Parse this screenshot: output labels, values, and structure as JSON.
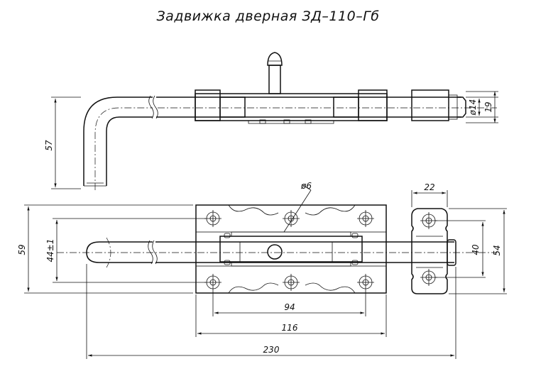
{
  "title": "Задвижка дверная   ЗД–110–Гб",
  "dimensions": {
    "d57": "57",
    "d14": "ø14",
    "d19": "19",
    "d6": "ø6",
    "d22": "22",
    "d59": "59",
    "d44": "44±1",
    "d40": "40",
    "d54": "54",
    "d94": "94",
    "d116": "116",
    "d230": "230"
  }
}
